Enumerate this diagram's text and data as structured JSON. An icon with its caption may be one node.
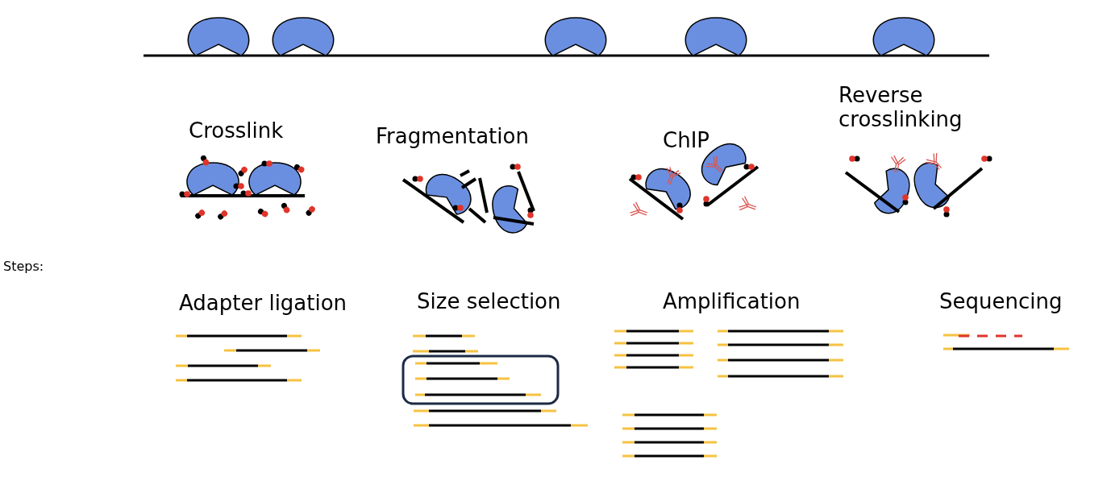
{
  "diagram": {
    "labels": [
      "Crosslink",
      "Fragmentation",
      "ChIP",
      "Reverse crosslinking",
      "Steps:",
      "Adapter ligation",
      "Size selection",
      "Amplification",
      "Sequencing"
    ]
  }
}
